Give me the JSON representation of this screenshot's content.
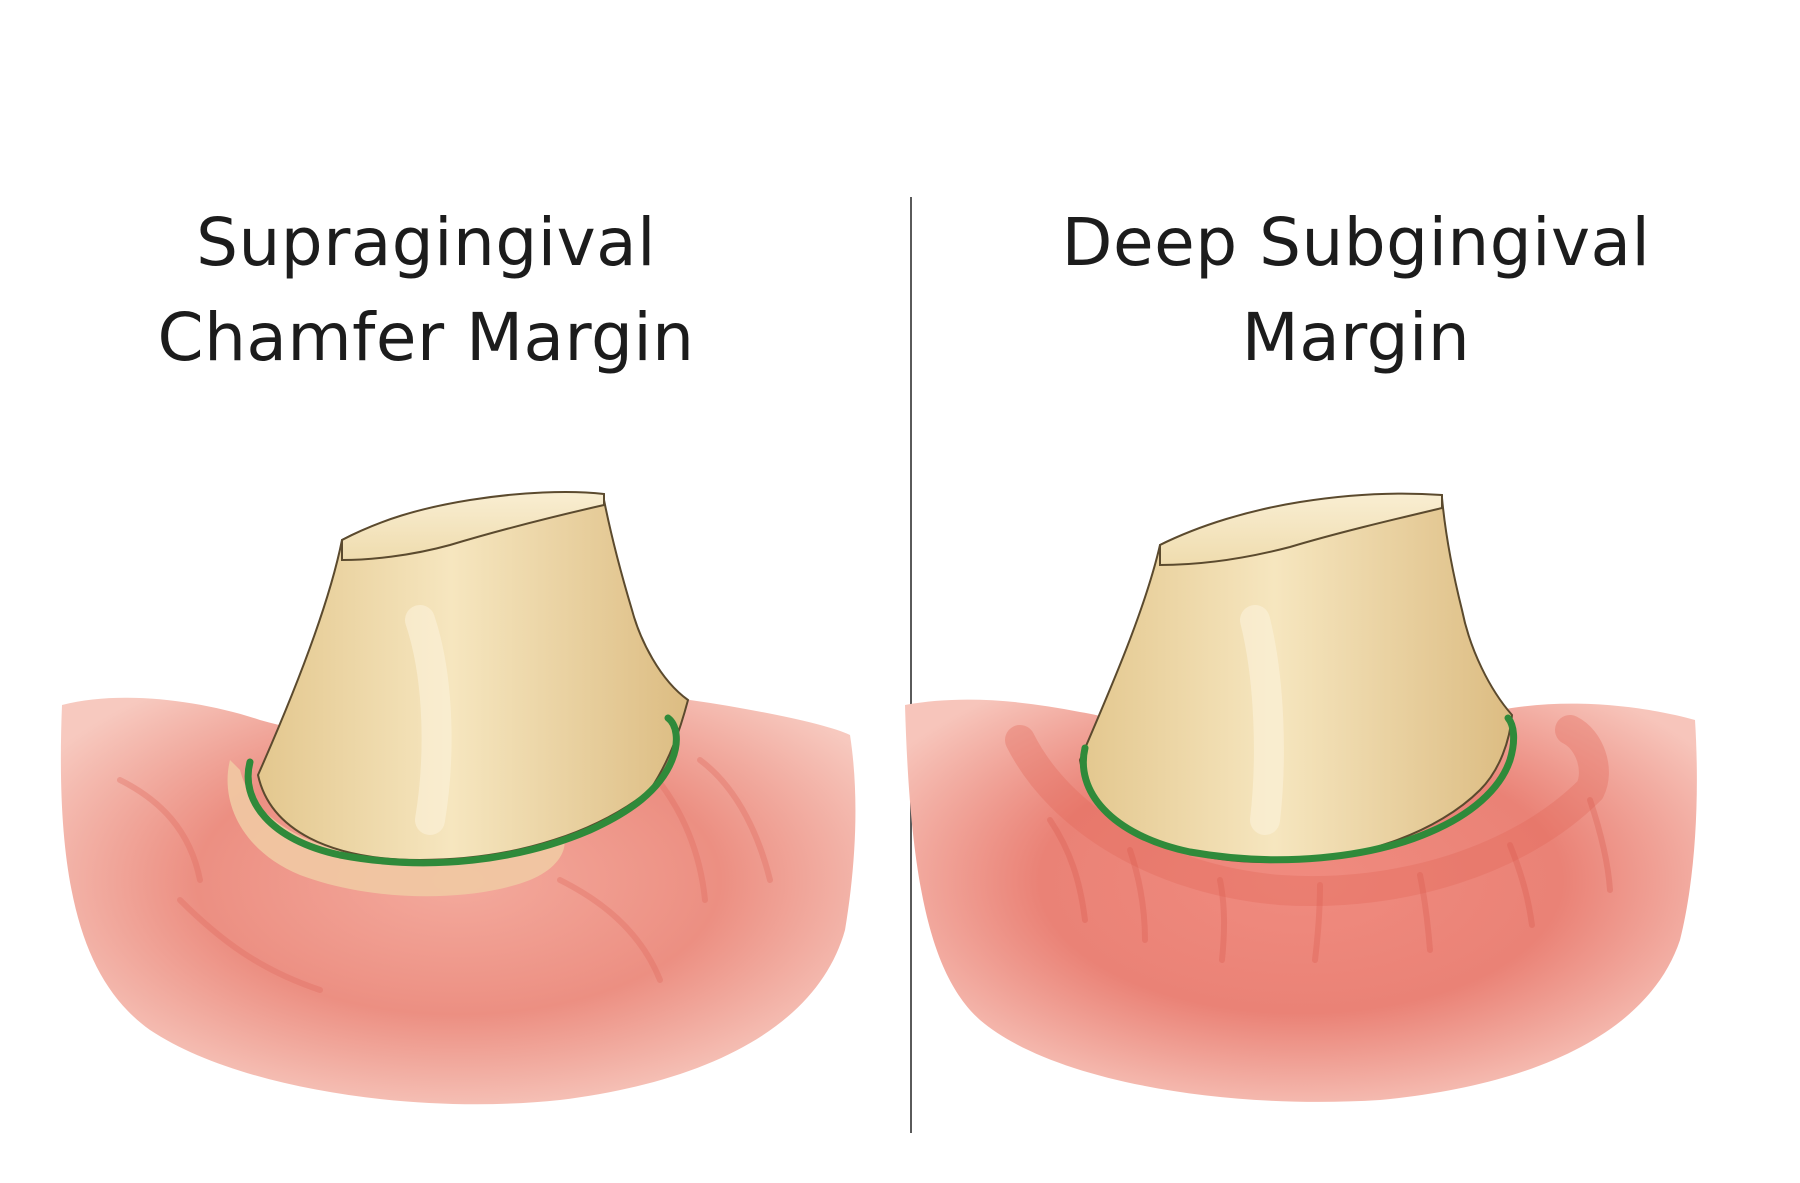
{
  "panels": [
    {
      "title_lines": [
        "Supragingival",
        "Chamfer Margin"
      ]
    },
    {
      "title_lines": [
        "Deep Subgingival",
        "Margin"
      ]
    }
  ],
  "colors": {
    "gingiva": "#ef9a8e",
    "gingiva_dark": "#e57367",
    "tooth": "#f1ddb0",
    "margin_line": "#2f8a3a",
    "divider": "#5a5a5a",
    "text": "#1c1c1c"
  }
}
